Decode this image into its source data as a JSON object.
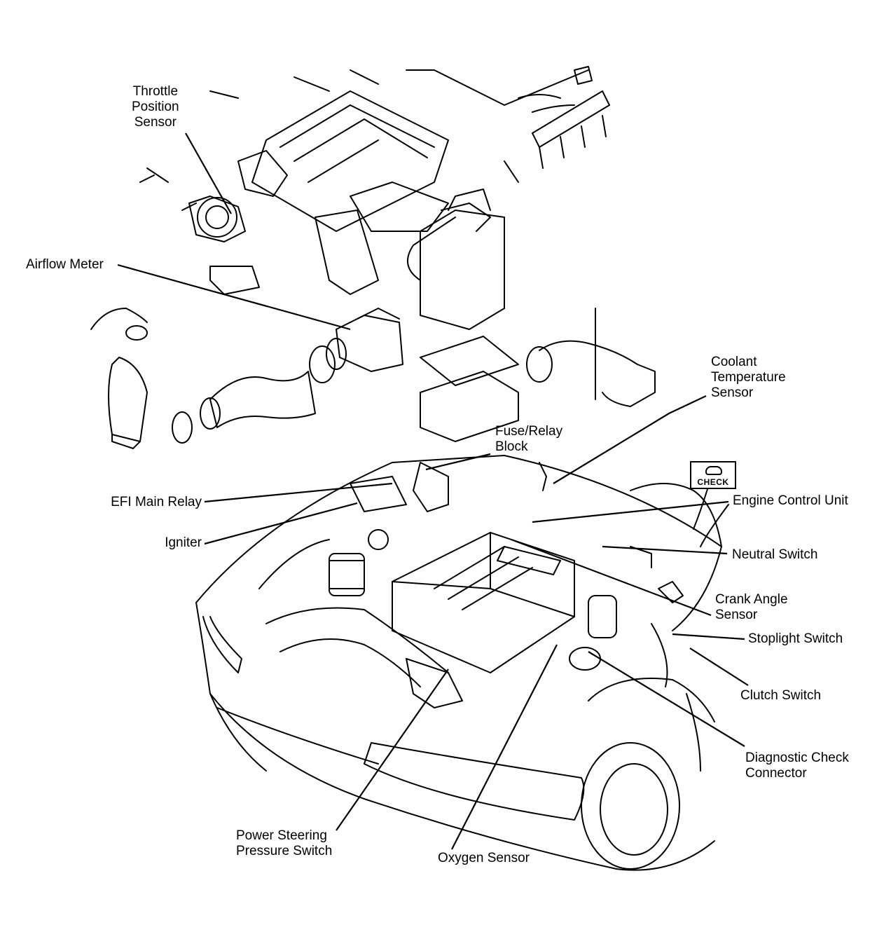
{
  "diagram": {
    "title": "Engine control component locations",
    "colors": {
      "ink": "#000000",
      "paper": "#ffffff"
    },
    "labels": [
      {
        "id": "throttle-position-sensor",
        "lines": [
          "Throttle",
          "Position",
          "Sensor"
        ]
      },
      {
        "id": "airflow-meter",
        "lines": [
          "Airflow Meter"
        ]
      },
      {
        "id": "coolant-temperature-sensor",
        "lines": [
          "Coolant",
          "Temperature",
          "Sensor"
        ]
      },
      {
        "id": "fuse-relay-block",
        "lines": [
          "Fuse/Relay",
          "Block"
        ]
      },
      {
        "id": "efi-main-relay",
        "lines": [
          "EFI Main Relay"
        ]
      },
      {
        "id": "igniter",
        "lines": [
          "Igniter"
        ]
      },
      {
        "id": "engine-control-unit",
        "lines": [
          "Engine Control Unit"
        ]
      },
      {
        "id": "neutral-switch",
        "lines": [
          "Neutral Switch"
        ]
      },
      {
        "id": "crank-angle-sensor",
        "lines": [
          "Crank Angle",
          "Sensor"
        ]
      },
      {
        "id": "stoplight-switch",
        "lines": [
          "Stoplight Switch"
        ]
      },
      {
        "id": "clutch-switch",
        "lines": [
          "Clutch Switch"
        ]
      },
      {
        "id": "diagnostic-check-connector",
        "lines": [
          "Diagnostic Check",
          "Connector"
        ]
      },
      {
        "id": "power-steering-pressure-switch",
        "lines": [
          "Power Steering",
          "Pressure Switch"
        ]
      },
      {
        "id": "oxygen-sensor",
        "lines": [
          "Oxygen Sensor"
        ]
      }
    ],
    "check_lamp": {
      "icon": "engine-icon",
      "text": "CHECK"
    }
  }
}
